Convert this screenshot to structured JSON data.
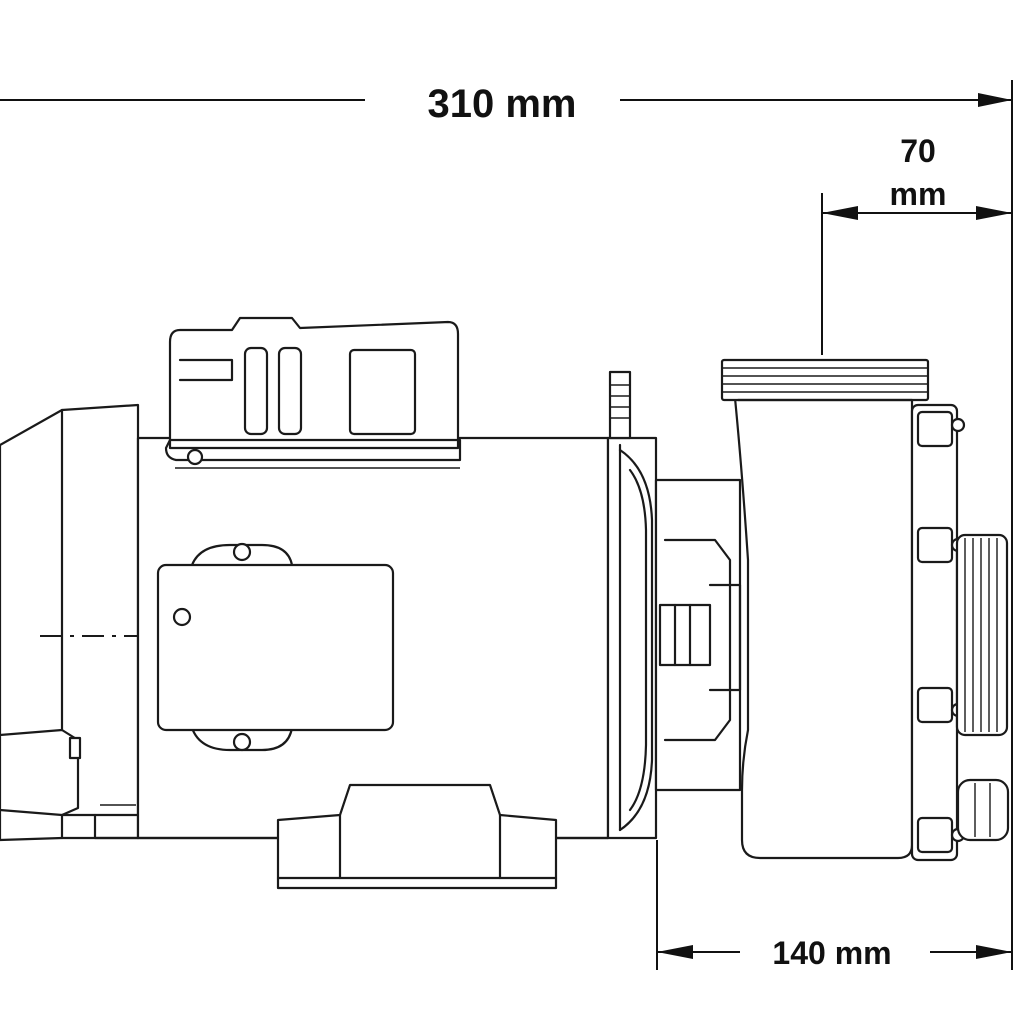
{
  "dimensions": {
    "overall_length": {
      "value": "310 mm"
    },
    "outlet_offset": {
      "value_line1": "70",
      "value_line2": "mm"
    },
    "pump_head_length": {
      "value": "140 mm"
    }
  },
  "colors": {
    "line": "#1a1a1a",
    "background": "#ffffff"
  }
}
